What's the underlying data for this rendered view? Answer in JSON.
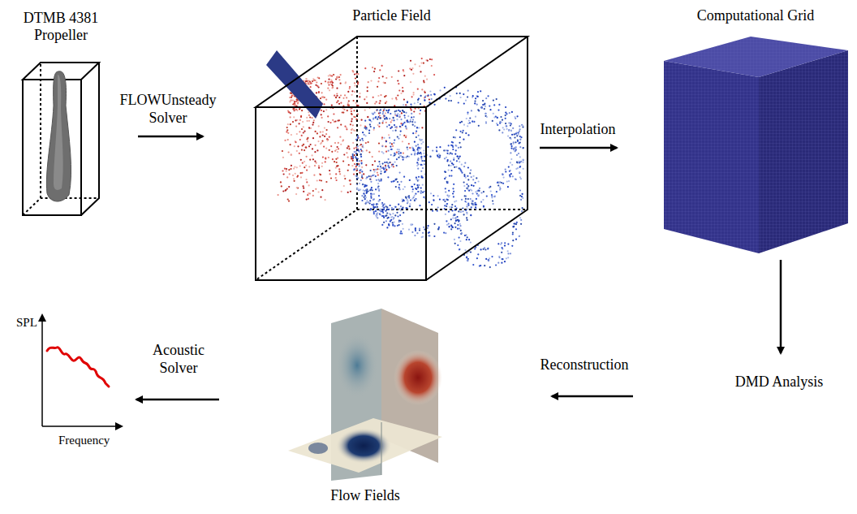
{
  "diagram": {
    "nodes": [
      {
        "text": [
          "DTMB 4381 Propeller"
        ]
      },
      {
        "text": [
          "Particle Field"
        ]
      },
      {
        "text": [
          "Computational Grid"
        ]
      },
      {
        "text": [
          "DMD Analysis"
        ]
      },
      {
        "text": [
          "Flow Fields"
        ]
      },
      {
        "text": [
          "SPL",
          "Frequency"
        ]
      }
    ],
    "edges": [
      {
        "from": 0,
        "to": 1,
        "arrow": "to",
        "label": "FLOWUnsteady Solver"
      },
      {
        "from": 1,
        "to": 2,
        "arrow": "to",
        "label": "Interpolation"
      },
      {
        "from": 2,
        "to": 3,
        "arrow": "to"
      },
      {
        "from": 3,
        "to": 4,
        "arrow": "to",
        "label": "Reconstruction"
      },
      {
        "from": 4,
        "to": 5,
        "arrow": "to",
        "label": "Acoustic Solver"
      }
    ]
  }
}
